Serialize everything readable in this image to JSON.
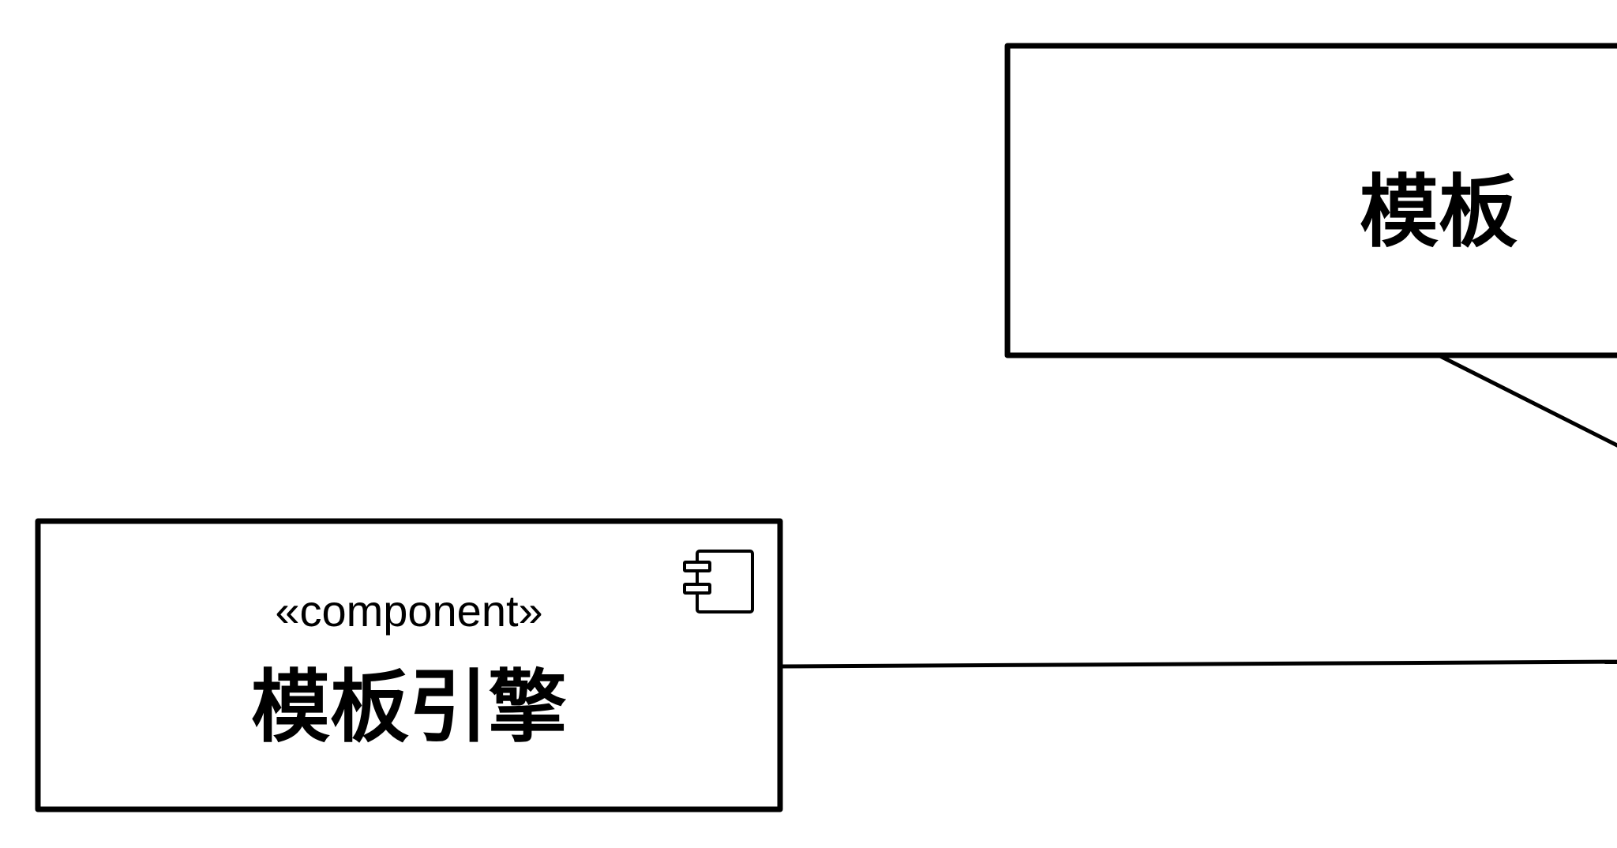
{
  "template_node": {
    "label": "模板"
  },
  "engine_node": {
    "stereotype": "«component»",
    "label": "模板引擎"
  },
  "colors": {
    "stroke": "#000000",
    "fill": "#ffffff"
  }
}
